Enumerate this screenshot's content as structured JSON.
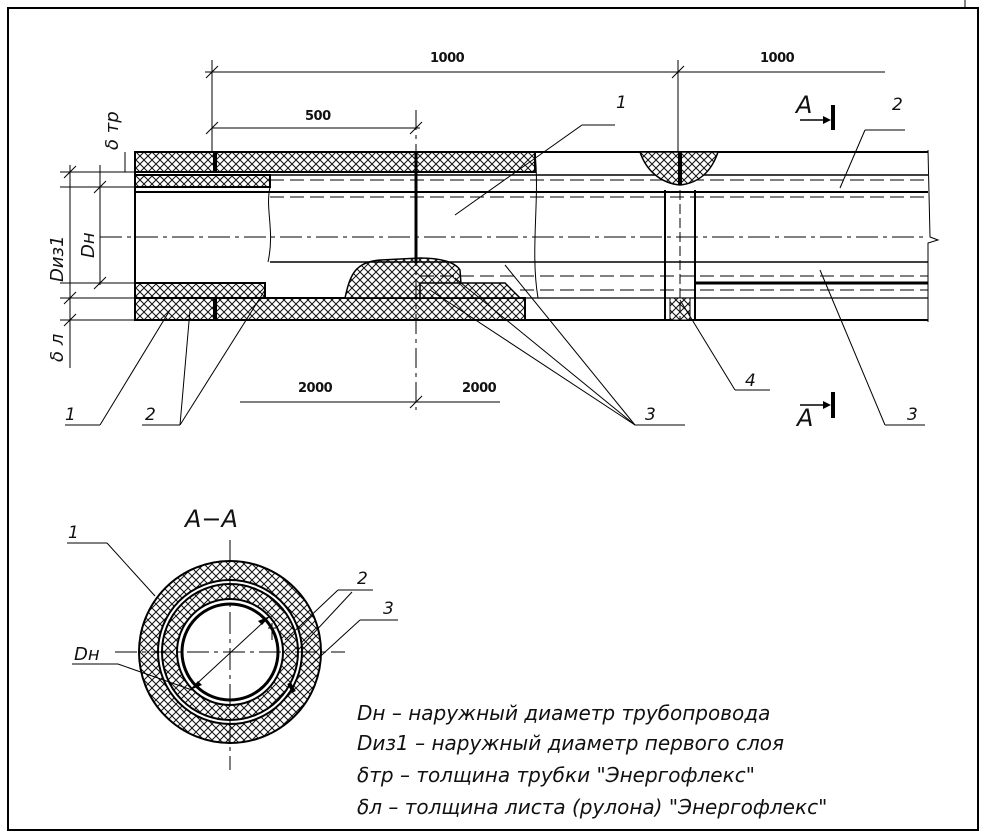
{
  "drawing": {
    "dimensions": {
      "top_left": "1000",
      "top_right": "1000",
      "inner": "500",
      "bottom_left": "2000",
      "bottom_right": "2000"
    },
    "axis_labels": {
      "delta_tr": "δ тр",
      "d_iz1": "Dиз1",
      "d_n": "Dн",
      "delta_l": "δ л"
    },
    "callouts": {
      "c1_top": "1",
      "c2_top": "2",
      "c3_right": "3",
      "c4": "4",
      "c1_bottom": "1",
      "c2_bottom": "2",
      "c3_bottom": "3"
    },
    "section_marks": {
      "top": "A",
      "bottom": "A"
    },
    "section_view": {
      "title": "A−A",
      "callout_1": "1",
      "callout_2": "2",
      "callout_3": "3",
      "dn_label": "Dн"
    },
    "legend": [
      "Dн  –  наружный диаметр трубопровода",
      "Dиз1  –  наружный диаметр первого слоя",
      "δтр  –  толщина трубки \"Энергофлекс\"",
      "δл  –  толщина листа (рулона) \"Энергофлекс\""
    ]
  }
}
